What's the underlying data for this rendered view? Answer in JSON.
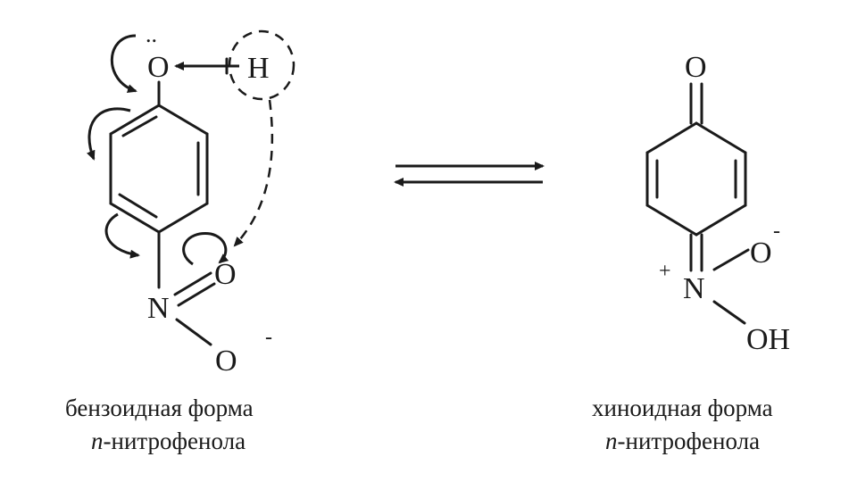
{
  "benzoid": {
    "atoms": {
      "o_top": "O",
      "o_lone_pair": "..",
      "h": "H",
      "n": "N",
      "o_double": "O",
      "o_single": "O",
      "minus": "-"
    },
    "caption": {
      "line1": "бензоидная форма",
      "line2_prefix": "п",
      "line2_rest": "-нитрофенола"
    }
  },
  "quinoid": {
    "atoms": {
      "o_top": "O",
      "n": "N",
      "n_charge": "+",
      "o_minus": "O",
      "o_minus_charge": "-",
      "oh": "OH"
    },
    "caption": {
      "line1": "хиноидная форма",
      "line2_prefix": "п",
      "line2_rest": "-нитрофенола"
    }
  }
}
